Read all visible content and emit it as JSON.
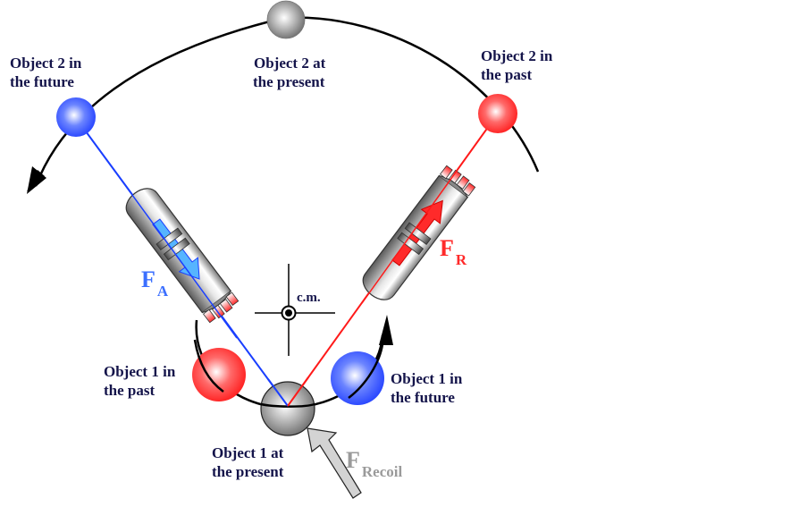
{
  "colors": {
    "label_text": "#14144a",
    "attractive_force": "#3b6fff",
    "recoil_force_R": "#ff2a2a",
    "recoil_arrow_gray": "#9a9a9a",
    "blue_line": "#1a3fff",
    "red_line": "#ff1a1a",
    "orbit": "#000000"
  },
  "labels": {
    "obj2_future": [
      "Object 2 in",
      "the future"
    ],
    "obj2_present": [
      "Object 2 at",
      "the present"
    ],
    "obj2_past": [
      "Object 2 in",
      "the past"
    ],
    "obj1_past": [
      "Object 1 in",
      "the past"
    ],
    "obj1_future": [
      "Object 1 in",
      "the future"
    ],
    "obj1_present": [
      "Object 1 at",
      "the present"
    ],
    "center_of_mass": "c.m."
  },
  "forces": {
    "attractive": {
      "symbol": "F",
      "subscript": "A"
    },
    "repulsive": {
      "symbol": "F",
      "subscript": "R"
    },
    "recoil": {
      "symbol": "F",
      "subscript": "Recoil"
    }
  },
  "icons": {
    "obj2_future": "blue-sphere-icon",
    "obj2_present": "gray-sphere-icon",
    "obj2_past": "red-sphere-icon",
    "obj1_past": "red-sphere-icon",
    "obj1_present": "gray-sphere-icon",
    "obj1_future": "blue-sphere-icon",
    "rocket_left": "rocket-icon",
    "rocket_right": "rocket-icon",
    "cm": "center-of-mass-icon"
  }
}
